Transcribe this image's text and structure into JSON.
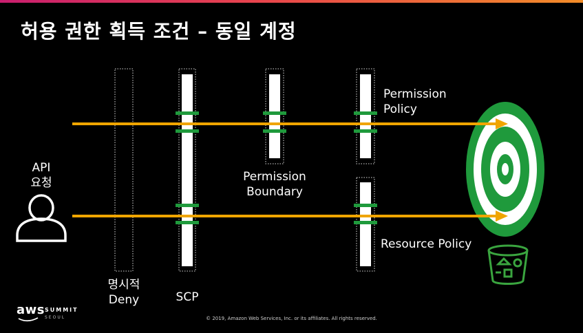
{
  "title": "허용 권한 획득 조건 – 동일 계정",
  "labels": {
    "requester_line1": "API",
    "requester_line2": "요청",
    "deny_line1": "명시적",
    "deny_line2": "Deny",
    "scp": "SCP",
    "boundary_line1": "Permission",
    "boundary_line2": "Boundary",
    "permission_policy_line1": "Permission",
    "permission_policy_line2": "Policy",
    "resource_policy": "Resource Policy"
  },
  "footer": {
    "copyright": "© 2019, Amazon Web Services, Inc. or its affiliates. All rights reserved.",
    "brand": "aws",
    "event": "SUMMIT",
    "city": "SEOUL"
  },
  "colors": {
    "arrow": "#f0a500",
    "gate": "#1f9a3c",
    "target_green": "#1f9a3c",
    "bucket": "#3aa53f"
  },
  "icons": [
    "user-icon",
    "target-icon",
    "s3-bucket-icon"
  ]
}
